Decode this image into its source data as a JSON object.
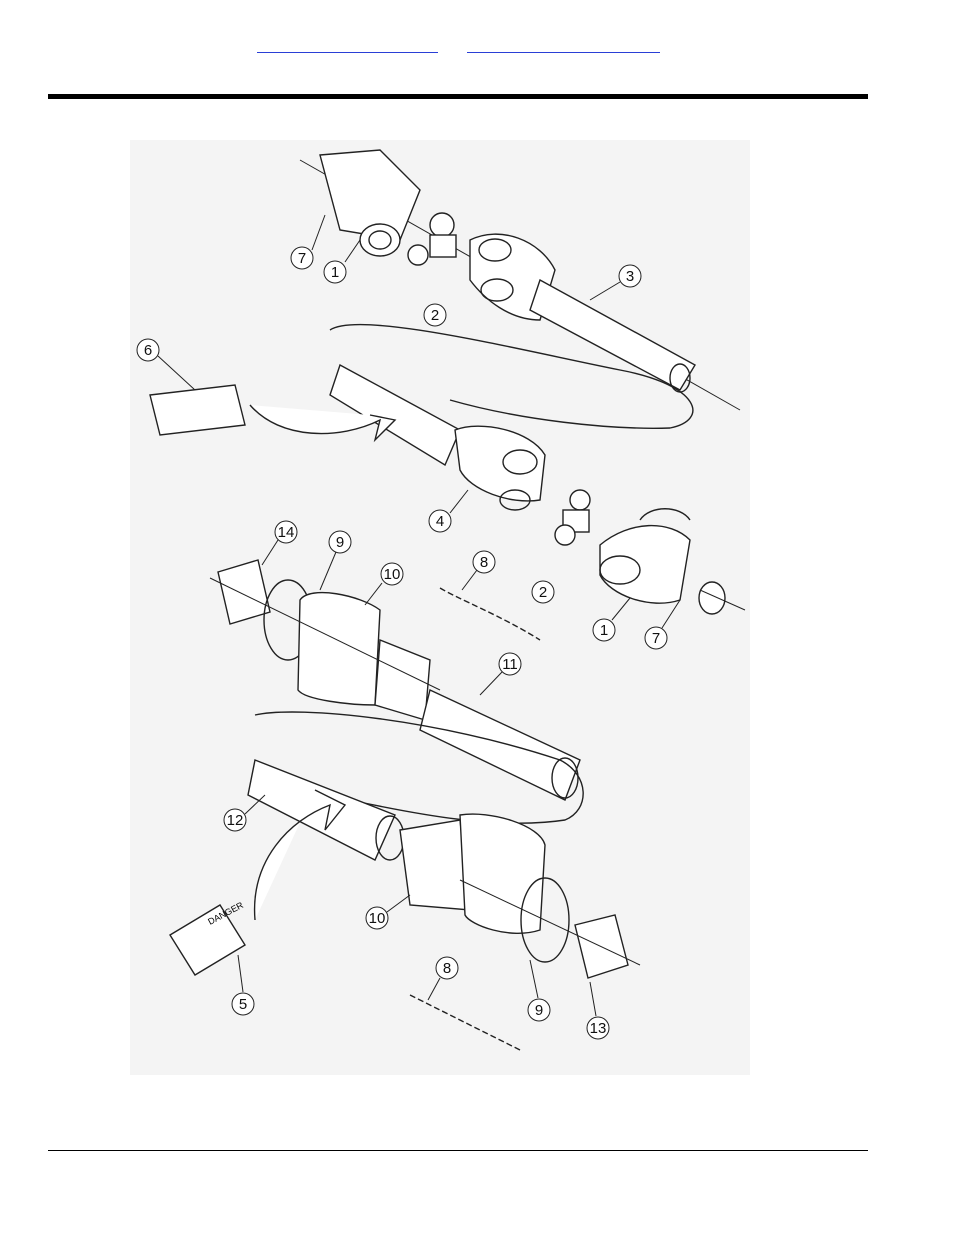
{
  "header": {
    "link_left": "",
    "link_right": ""
  },
  "callouts": [
    {
      "id": "c7a",
      "label": "7"
    },
    {
      "id": "c1a",
      "label": "1"
    },
    {
      "id": "c2a",
      "label": "2"
    },
    {
      "id": "c3",
      "label": "3"
    },
    {
      "id": "c6",
      "label": "6"
    },
    {
      "id": "c4",
      "label": "4"
    },
    {
      "id": "c14",
      "label": "14"
    },
    {
      "id": "c9a",
      "label": "9"
    },
    {
      "id": "c10a",
      "label": "10"
    },
    {
      "id": "c8a",
      "label": "8"
    },
    {
      "id": "c2b",
      "label": "2"
    },
    {
      "id": "c1b",
      "label": "1"
    },
    {
      "id": "c7b",
      "label": "7"
    },
    {
      "id": "c11",
      "label": "11"
    },
    {
      "id": "c12",
      "label": "12"
    },
    {
      "id": "c10b",
      "label": "10"
    },
    {
      "id": "c5",
      "label": "5"
    },
    {
      "id": "c8b",
      "label": "8"
    },
    {
      "id": "c9b",
      "label": "9"
    },
    {
      "id": "c13",
      "label": "13"
    }
  ],
  "decal_text": "DANGER"
}
